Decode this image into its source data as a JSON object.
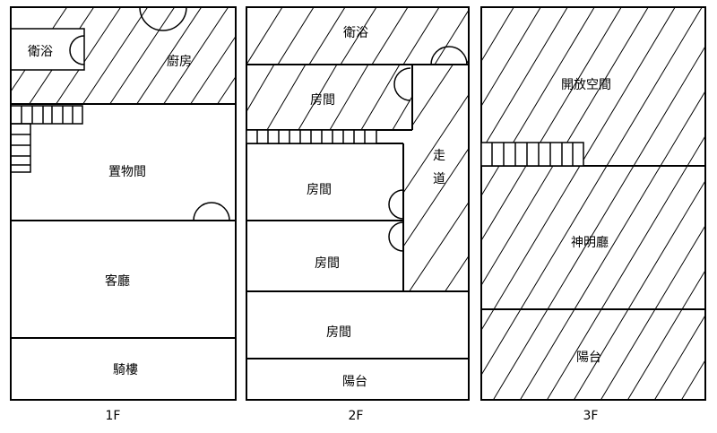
{
  "floors": [
    {
      "caption": "1F",
      "rooms": {
        "bath": "衛浴",
        "kitchen": "廚房",
        "storage": "置物間",
        "living": "客廳",
        "arcade": "騎樓"
      }
    },
    {
      "caption": "2F",
      "rooms": {
        "bath": "衛浴",
        "room_a": "房間",
        "corridor_1": "走",
        "corridor_2": "道",
        "room_b": "房間",
        "room_c": "房間",
        "room_d": "房間",
        "balcony": "陽台"
      }
    },
    {
      "caption": "3F",
      "rooms": {
        "open_space": "開放空間",
        "shrine_hall": "神明廳",
        "balcony": "陽台"
      }
    }
  ]
}
